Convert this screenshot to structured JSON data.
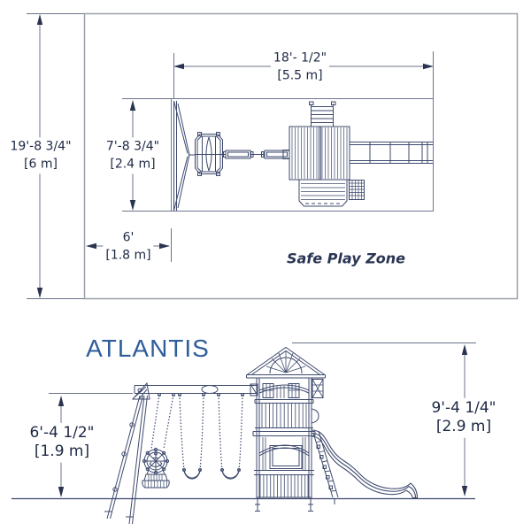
{
  "title": "ATLANTIS",
  "colors": {
    "title_blue": "#2e5d9c",
    "text_navy": "#1d2844",
    "drawing_line": "#3e4a6e",
    "dimension_line": "#6b7388",
    "border_gray": "#9aa0ac"
  },
  "plan_view": {
    "zone_label": "Safe Play Zone",
    "dim_depth_total": {
      "imperial": "19'-8 3/4\"",
      "metric": "[6 m]"
    },
    "dim_width_total": {
      "imperial": "18'- 1/2\"",
      "metric": "[5.5 m]"
    },
    "dim_swing_depth": {
      "imperial": "7'-8 3/4\"",
      "metric": "[2.4 m]"
    },
    "dim_clearance": {
      "imperial": "6'",
      "metric": "[1.8 m]"
    }
  },
  "elevation_view": {
    "dim_beam_height": {
      "imperial": "6'-4 1/2\"",
      "metric": "[1.9 m]"
    },
    "dim_tower_height": {
      "imperial": "9'-4 1/4\"",
      "metric": "[2.9 m]"
    }
  }
}
